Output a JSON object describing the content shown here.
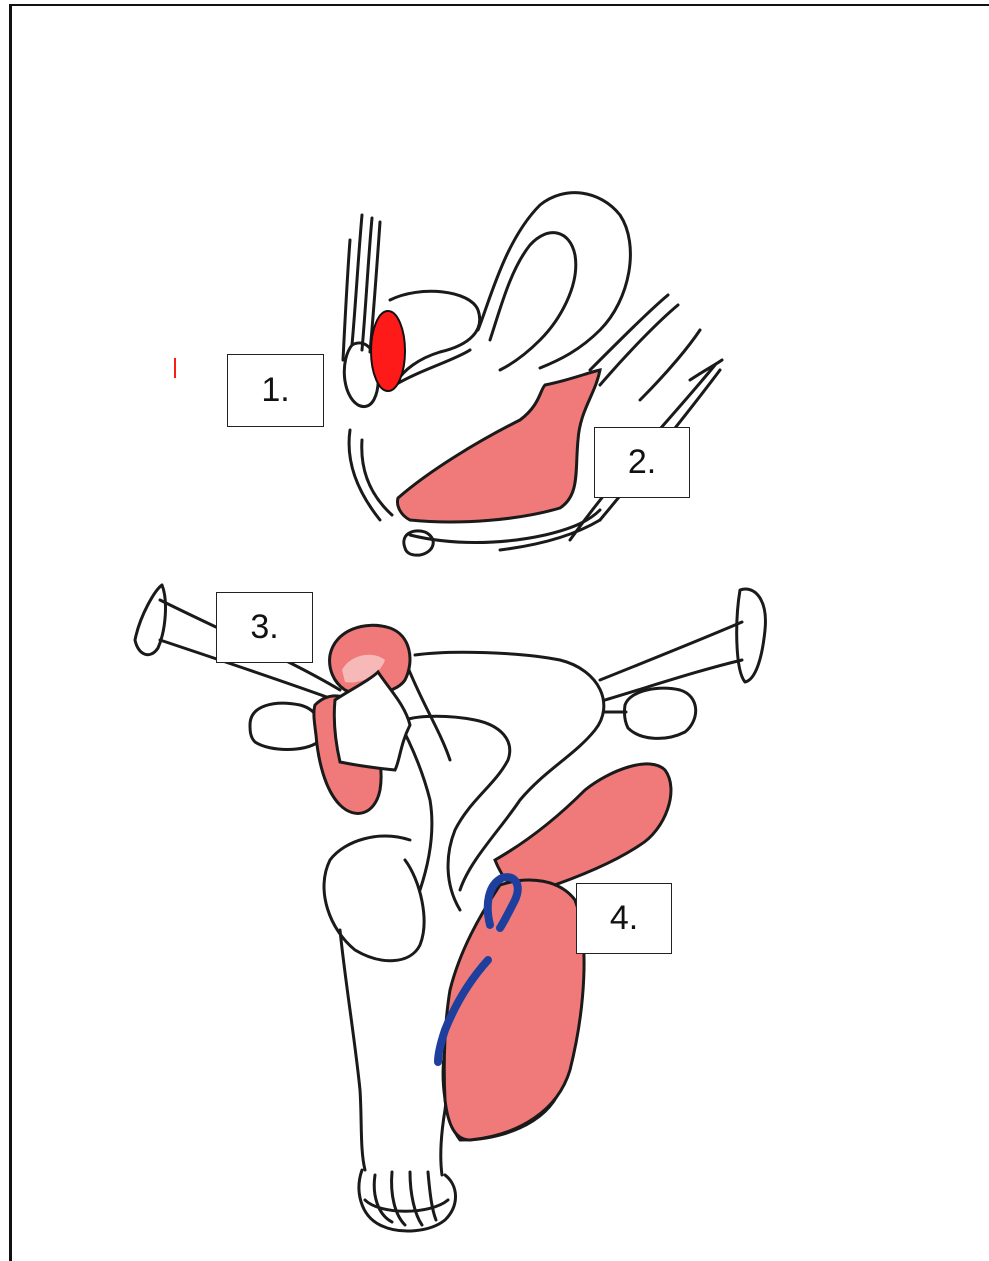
{
  "labels": {
    "one": "1.",
    "two": "2.",
    "three": "3.",
    "four": "4."
  },
  "colors": {
    "ink": "#1a1a1a",
    "highlight_red": "#f07a7a",
    "marker_red": "#ff1a1a",
    "highlight_blue": "#1f3f9e",
    "box_border": "#222222"
  }
}
